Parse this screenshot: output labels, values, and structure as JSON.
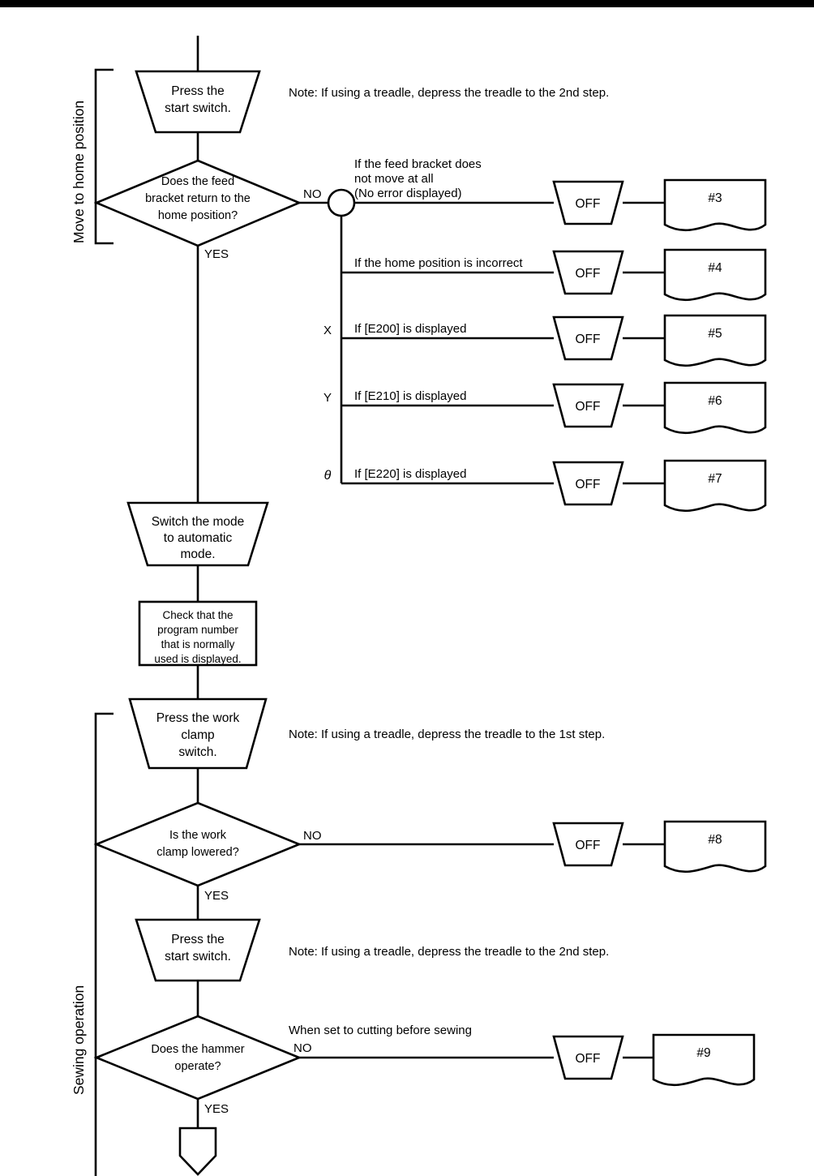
{
  "page": {
    "top_rule_color": "#000000",
    "line_color": "#000000",
    "background": "#ffffff"
  },
  "sections": [
    {
      "id": "move-home",
      "label": "Move to home position"
    },
    {
      "id": "sewing",
      "label": "Sewing operation"
    }
  ],
  "nodes": {
    "press_start_1": {
      "shape": "trapezoid",
      "lines": [
        "Press the",
        "start switch."
      ]
    },
    "decision_home": {
      "shape": "diamond",
      "lines": [
        "Does the feed",
        "bracket return to the",
        "home position?"
      ]
    },
    "switch_mode": {
      "shape": "trapezoid",
      "lines": [
        "Switch the mode",
        "to automatic",
        "mode."
      ]
    },
    "check_program": {
      "shape": "rect",
      "lines": [
        "Check that the",
        "program number",
        "that is normally",
        "used is displayed."
      ]
    },
    "press_work_clamp": {
      "shape": "trapezoid",
      "lines": [
        "Press the work",
        "clamp",
        "switch."
      ]
    },
    "decision_clamp": {
      "shape": "diamond",
      "lines": [
        "Is the work",
        "clamp lowered?"
      ]
    },
    "press_start_2": {
      "shape": "trapezoid",
      "lines": [
        "Press the",
        "start switch."
      ]
    },
    "decision_hammer": {
      "shape": "diamond",
      "lines": [
        "Does the hammer",
        "operate?"
      ]
    },
    "continue_arrow": {
      "shape": "pentagon-down",
      "lines": []
    },
    "junction_circle": {
      "shape": "circle",
      "lines": []
    }
  },
  "edge_labels": {
    "no": "NO",
    "yes": "YES"
  },
  "notes": [
    {
      "id": "note-start-1",
      "text": "Note: If using a treadle, depress the treadle to the 2nd step."
    },
    {
      "id": "note-work-clamp",
      "text": "Note: If using a treadle, depress the treadle to the 1st step."
    },
    {
      "id": "note-start-2",
      "text": "Note: If using a treadle, depress the treadle to the 2nd step."
    },
    {
      "id": "note-cutting",
      "text": "When set to cutting before sewing"
    }
  ],
  "branches": [
    {
      "id": "branch-3",
      "axis": "",
      "condition_lines": [
        "If the feed bracket does",
        "not move at all",
        "    (No error displayed)"
      ],
      "action": "OFF",
      "ref": "#3"
    },
    {
      "id": "branch-4",
      "axis": "",
      "condition_lines": [
        "If the home position is incorrect"
      ],
      "action": "OFF",
      "ref": "#4"
    },
    {
      "id": "branch-5",
      "axis": "X",
      "condition_lines": [
        "If [E200] is displayed"
      ],
      "action": "OFF",
      "ref": "#5"
    },
    {
      "id": "branch-6",
      "axis": "Y",
      "condition_lines": [
        "If [E210] is displayed"
      ],
      "action": "OFF",
      "ref": "#6"
    },
    {
      "id": "branch-7",
      "axis": "θ",
      "condition_lines": [
        "If [E220] is displayed"
      ],
      "action": "OFF",
      "ref": "#7"
    },
    {
      "id": "branch-8",
      "axis": "",
      "condition_lines": [],
      "action": "OFF",
      "ref": "#8"
    },
    {
      "id": "branch-9",
      "axis": "",
      "condition_lines": [],
      "action": "OFF",
      "ref": "#9"
    }
  ],
  "chart_data": {
    "type": "diagram",
    "title": "Troubleshooting flowchart",
    "flow": [
      "Press the start switch.",
      "Does the feed bracket return to the home position?",
      "Switch the mode to automatic mode.",
      "Check that the program number that is normally used is displayed.",
      "Press the work clamp switch.",
      "Is the work clamp lowered?",
      "Press the start switch.",
      "Does the hammer operate?"
    ]
  }
}
